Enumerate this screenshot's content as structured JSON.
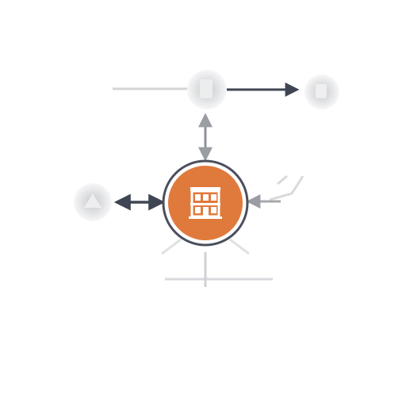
{
  "diagram": {
    "hub": {
      "icon": "storefront-icon",
      "fill_color": "#e07a3c",
      "ring_color": "#4a4f5c"
    },
    "nodes": [
      {
        "id": "top-node",
        "icon": "faded-circle-icon"
      },
      {
        "id": "top-right-node",
        "icon": "faded-circle-icon"
      },
      {
        "id": "left-node",
        "icon": "faded-circle-icon"
      }
    ],
    "connectors": [
      {
        "from": "top-node",
        "to": "hub",
        "style": "bidirectional"
      },
      {
        "from": "left-node",
        "to": "hub",
        "style": "bidirectional"
      },
      {
        "from": "top-node",
        "to": "top-right-node",
        "style": "directed"
      },
      {
        "from": "right-branch",
        "to": "hub",
        "style": "directed"
      }
    ],
    "colors": {
      "edge_dark": "#3f4552",
      "edge_faded": "#c9cbcf",
      "node_faded": "#dfe0e2"
    }
  }
}
